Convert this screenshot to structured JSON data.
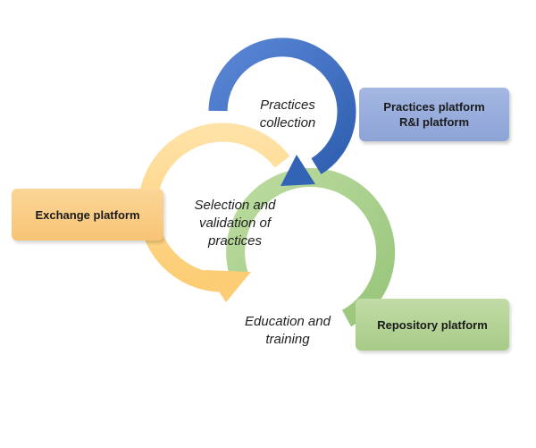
{
  "steps": {
    "collection": {
      "lines": [
        "Practices",
        "collection"
      ]
    },
    "selection": {
      "lines": [
        "Selection and",
        "validation of",
        "practices"
      ]
    },
    "education": {
      "lines": [
        "Education and",
        "training"
      ]
    }
  },
  "platforms": {
    "practices": {
      "lines": [
        "Practices platform",
        "R&I platform"
      ]
    },
    "exchange": {
      "label": "Exchange platform"
    },
    "repository": {
      "label": "Repository platform"
    }
  },
  "colors": {
    "blue_arrow": "#4472c4",
    "orange_arrow": "#ffd27a",
    "green_arrow": "#a9d08e",
    "blue_box": "#8ea4d7",
    "orange_box": "#f7c476",
    "green_box": "#a7cb87"
  }
}
